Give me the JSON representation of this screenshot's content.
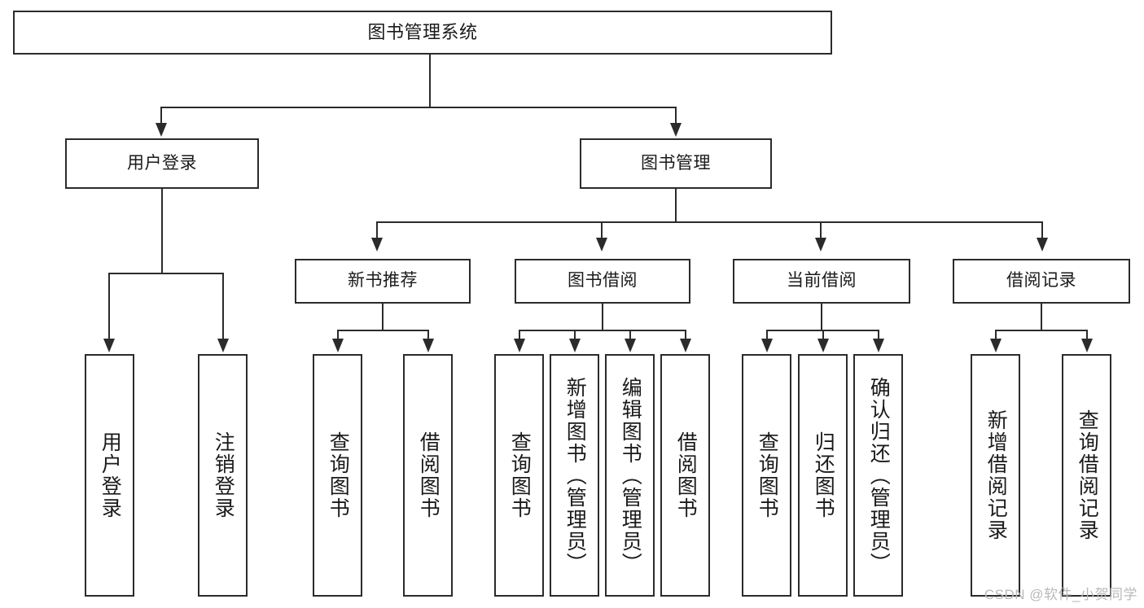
{
  "diagram": {
    "title": "图书管理系统",
    "type": "tree",
    "watermark": "CSDN @软件_小贺同学",
    "colors": {
      "stroke": "#2b2b2b",
      "fill": "#ffffff",
      "text": "#1a1a1a",
      "watermark": "#b9b9b9"
    },
    "nodes": {
      "root": {
        "label": "图书管理系统"
      },
      "level1": [
        {
          "label": "用户登录"
        },
        {
          "label": "图书管理"
        }
      ],
      "level2": [
        {
          "label": "新书推荐"
        },
        {
          "label": "图书借阅"
        },
        {
          "label": "当前借阅"
        },
        {
          "label": "借阅记录"
        }
      ],
      "leaves": {
        "user_login": [
          {
            "label": "用户登录"
          },
          {
            "label": "注销登录"
          }
        ],
        "new_book": [
          {
            "label": "查询图书"
          },
          {
            "label": "借阅图书"
          }
        ],
        "book_borrow": [
          {
            "label": "查询图书"
          },
          {
            "label": "新增图书（管理员）"
          },
          {
            "label": "编辑图书（管理员）"
          },
          {
            "label": "借阅图书"
          }
        ],
        "current_borrow": [
          {
            "label": "查询图书"
          },
          {
            "label": "归还图书"
          },
          {
            "label": "确认归还（管理员）"
          }
        ],
        "borrow_record": [
          {
            "label": "新增借阅记录"
          },
          {
            "label": "查询借阅记录"
          }
        ]
      }
    }
  }
}
